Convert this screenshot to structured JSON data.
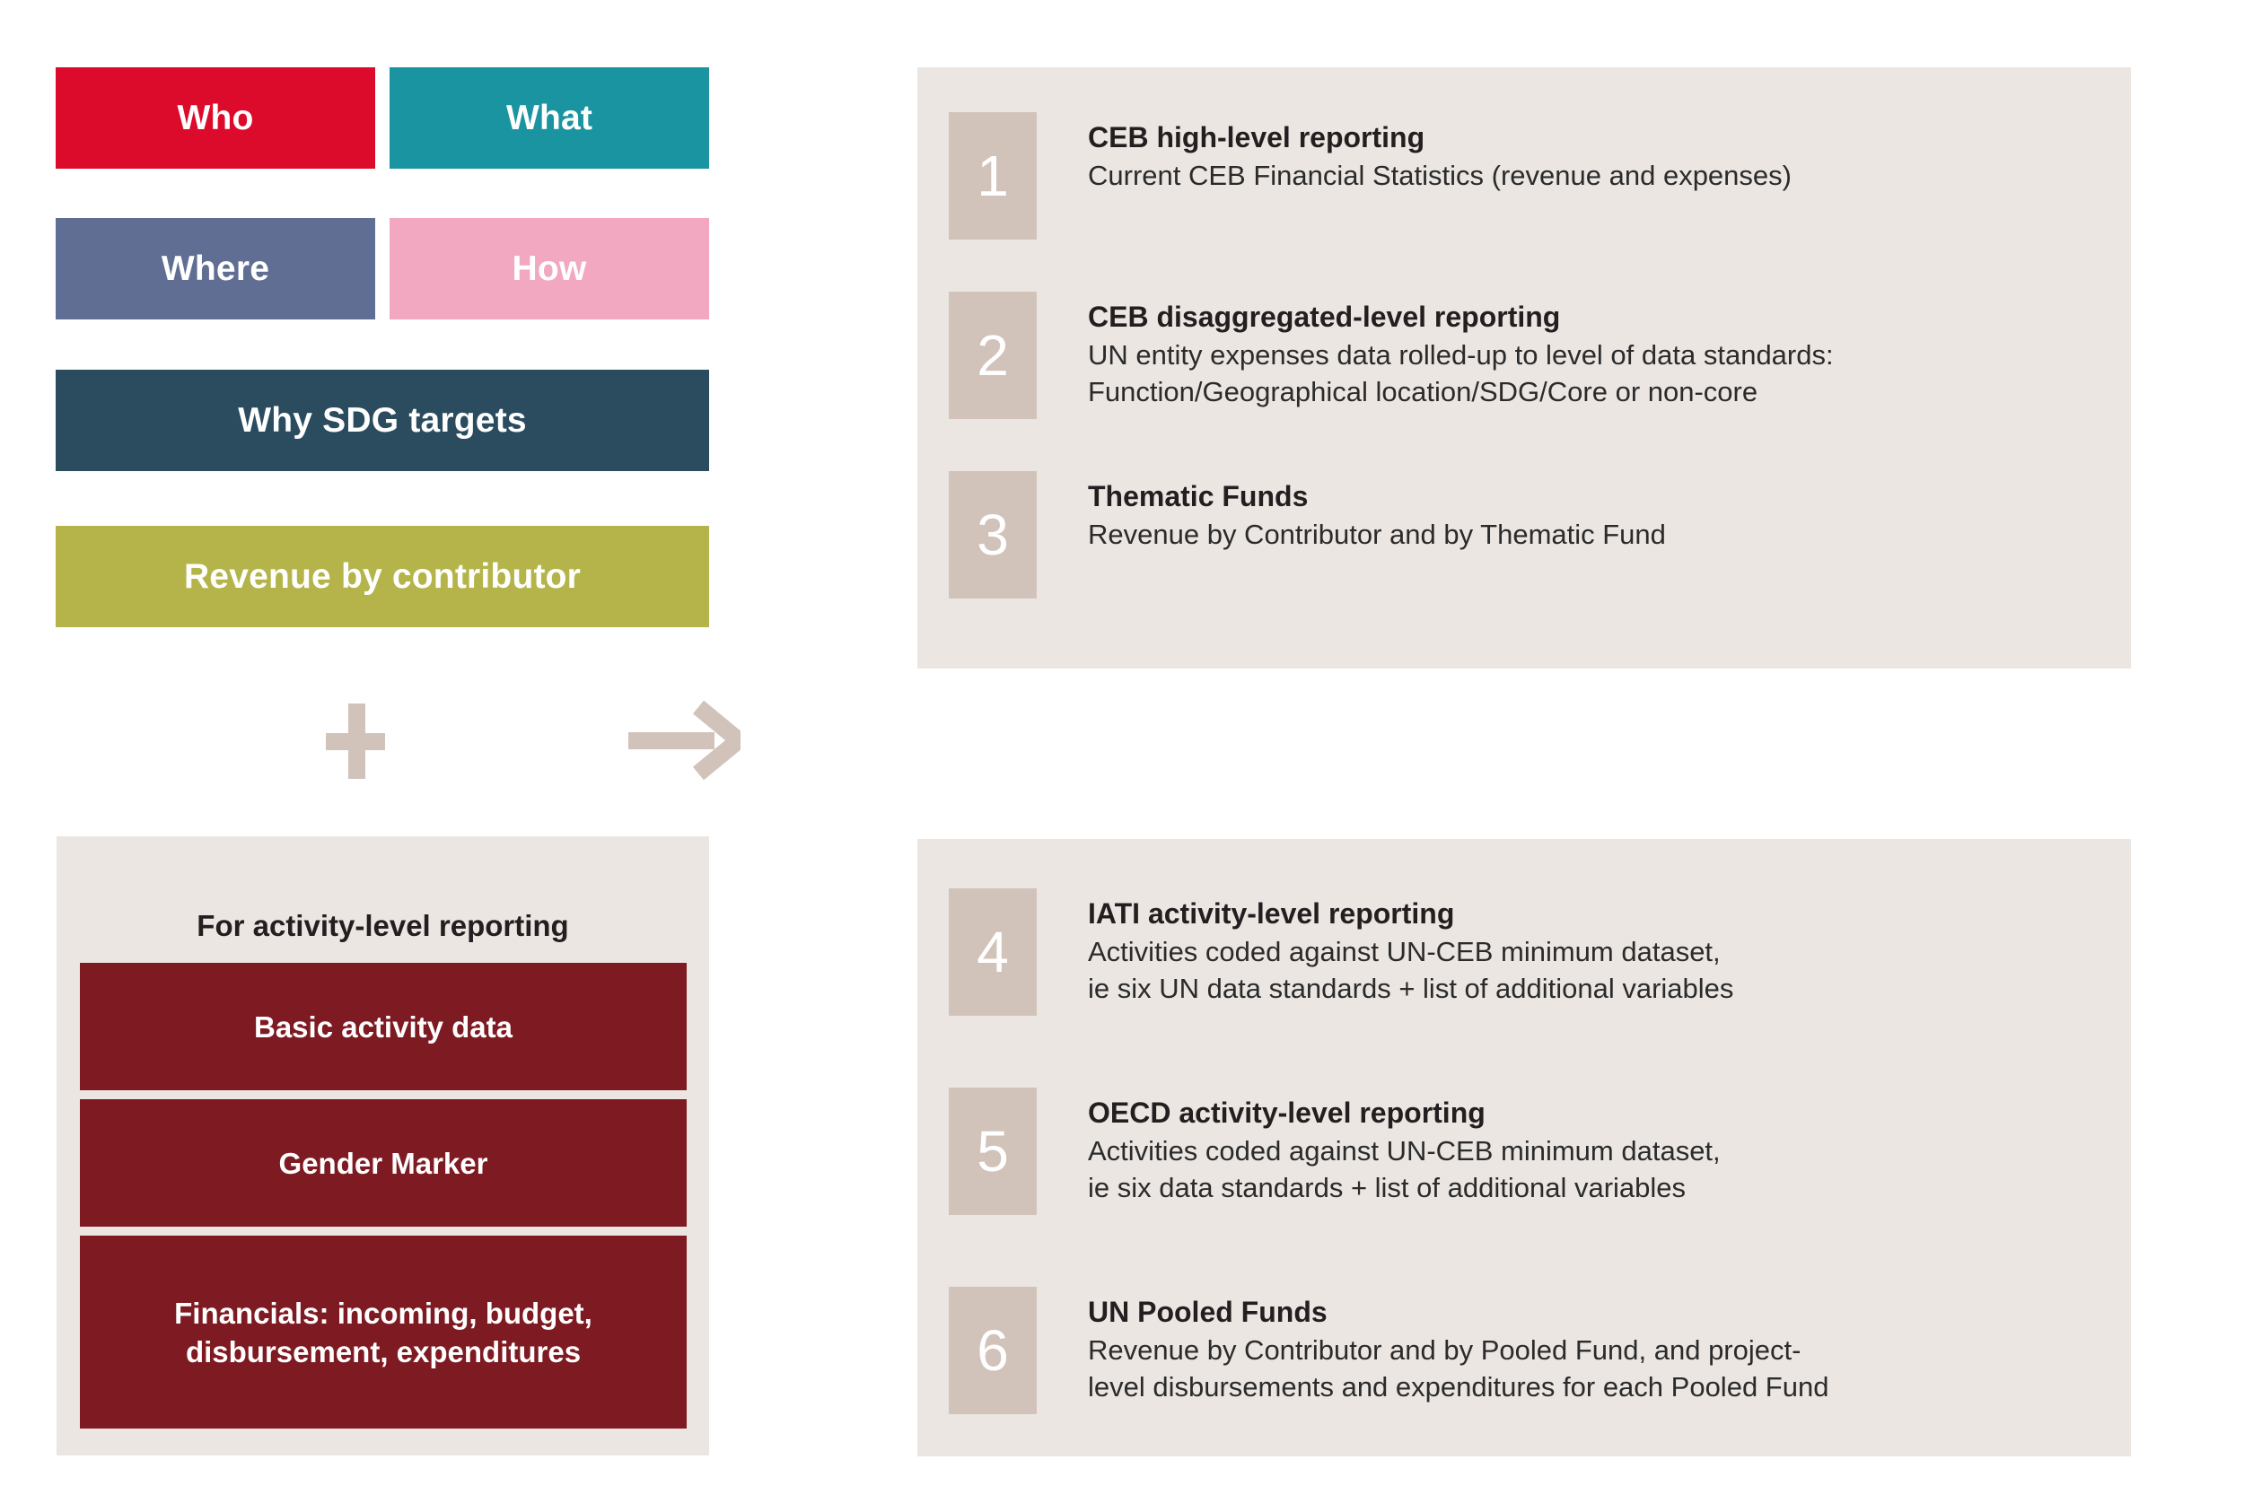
{
  "dimension_blocks": [
    {
      "label": "Who",
      "color": "#DD0B2B"
    },
    {
      "label": "What",
      "color": "#1A94A0"
    },
    {
      "label": "Where",
      "color": "#606E94"
    },
    {
      "label": "How",
      "color": "#F2A8C0"
    },
    {
      "label": "Why SDG targets",
      "color": "#2A4C5E"
    },
    {
      "label": "Revenue by contributor",
      "color": "#B5B44A"
    }
  ],
  "connectors": {
    "plus": "+",
    "arrow": "→",
    "color": "#D2C3BA"
  },
  "activity_inputs": {
    "heading": "For activity-level reporting",
    "blocks": [
      {
        "label": "Basic activity data"
      },
      {
        "label": "Gender Marker"
      },
      {
        "label": "Financials: incoming,\nbudget, disbursement,\nexpenditures"
      }
    ],
    "block_color": "#7E1A22",
    "panel_color": "#EBE6E2"
  },
  "reporting_top": {
    "panel_color": "#EBE6E2",
    "items": [
      {
        "number": "1",
        "title": "CEB high-level reporting",
        "description": "Current CEB Financial Statistics (revenue and expenses)"
      },
      {
        "number": "2",
        "title": "CEB disaggregated-level reporting",
        "description": "UN entity expenses data rolled-up to level of data standards:\nFunction/Geographical location/SDG/Core or non-core"
      },
      {
        "number": "3",
        "title": "Thematic Funds",
        "description": "Revenue by Contributor and by Thematic Fund"
      }
    ]
  },
  "reporting_bottom": {
    "panel_color": "#EBE6E2",
    "items": [
      {
        "number": "4",
        "title": "IATI activity-level reporting",
        "description": "Activities coded against UN-CEB minimum dataset,\nie six UN data standards + list of additional variables"
      },
      {
        "number": "5",
        "title": "OECD activity-level reporting",
        "description": "Activities coded against UN-CEB minimum dataset,\nie six data standards + list of additional variables"
      },
      {
        "number": "6",
        "title": "UN Pooled Funds",
        "description": "Revenue by Contributor and by Pooled Fund, and project-\nlevel disbursements and expenditures for each Pooled Fund"
      }
    ]
  }
}
